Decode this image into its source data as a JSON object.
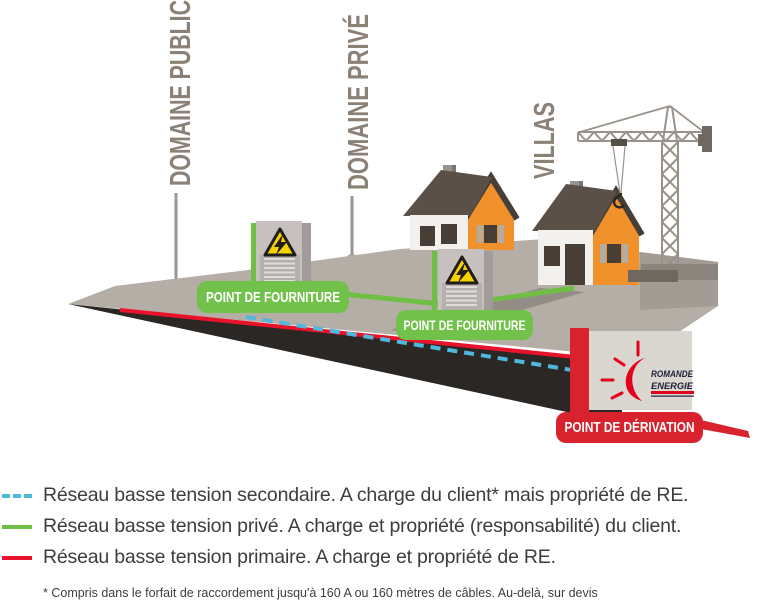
{
  "diagram": {
    "zone_labels": {
      "public": "DOMAINE PUBLIC",
      "prive": "DOMAINE PRIVÉ",
      "villas": "VILLAS"
    },
    "callouts": {
      "fourniture1": "POINT DE FOURNITURE",
      "fourniture2": "POINT DE FOURNITURE",
      "derivation": "POINT DE DÉRIVATION"
    },
    "logo": {
      "line1": "ROMANDE",
      "line2": "ENERGIE"
    }
  },
  "legend": {
    "items": [
      {
        "name": "secondary",
        "line_style": "dashed",
        "color": "#4fb8dd",
        "text": "Réseau basse tension secondaire. A charge du client* mais propriété de RE."
      },
      {
        "name": "private",
        "line_style": "solid",
        "color": "#6fbf44",
        "text": "Réseau basse tension privé. A charge et propriété (responsabilité) du client."
      },
      {
        "name": "primary",
        "line_style": "solid",
        "color": "#e8132b",
        "text": "Réseau basse tension primaire. A charge et propriété de RE."
      }
    ],
    "footnote": "* Compris dans le forfait de raccordement jusqu'à 160 A ou 160 mètres de câbles. Au-delà, sur devis"
  },
  "colors": {
    "zone_label": "#8c8177",
    "road": "#2a2724",
    "primary_red_line": "#e8132b",
    "secondary_cyan_line": "#4fb8dd",
    "private_green_line": "#6fbf44",
    "green_callout": "#72c14b",
    "red_callout": "#d8232e",
    "house_orange": "#f0912c",
    "roof_brown": "#5a5048",
    "ground_grey": "#b5aea6",
    "logo_red": "#e2001a",
    "legend_text": "#3d3d3d"
  }
}
